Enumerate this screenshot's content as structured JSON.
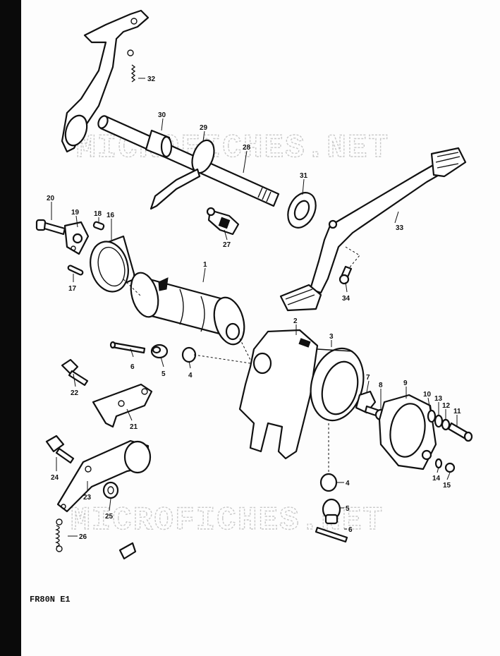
{
  "watermark": "MICROFICHES.NET",
  "caption": "FR80N E1",
  "callouts": [
    "32",
    "30",
    "29",
    "28",
    "31",
    "20",
    "19",
    "18",
    "16",
    "1",
    "27",
    "33",
    "34",
    "17",
    "2",
    "3",
    "6",
    "5",
    "4",
    "22",
    "21",
    "7",
    "8",
    "9",
    "10",
    "13",
    "12",
    "11",
    "24",
    "23",
    "25",
    "14",
    "15",
    "26"
  ],
  "colors": {
    "line": "#111111",
    "background": "#fdfdfd",
    "watermark": "#c9c9c9",
    "left_bar": "#0a0a0a"
  }
}
